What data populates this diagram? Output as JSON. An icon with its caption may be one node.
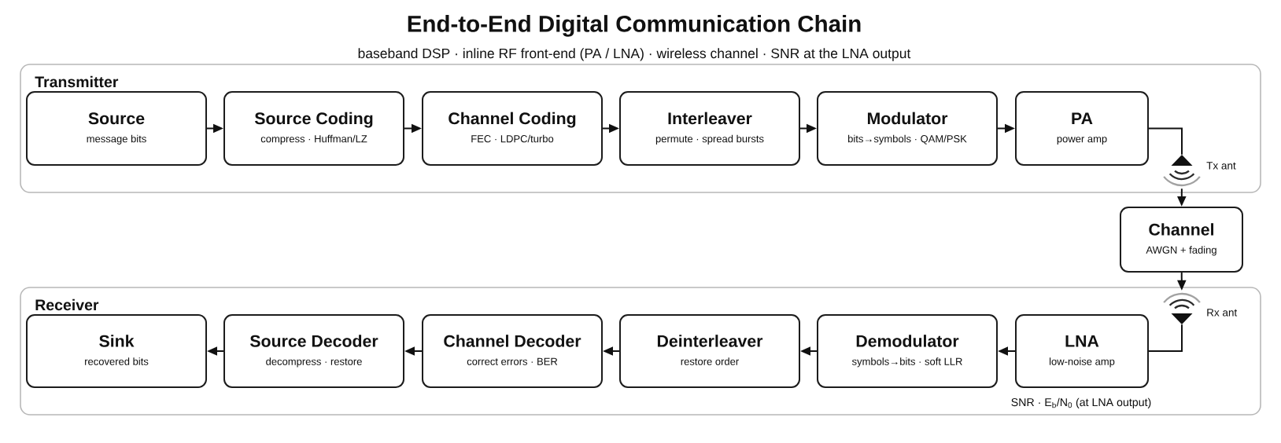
{
  "diagram": {
    "title": "End-to-End Digital Communication Chain",
    "nodes": [
      {
        "text": [
          "Transmitter"
        ]
      },
      {
        "text": [
          "Source",
          "message bits"
        ],
        "in": 0
      },
      {
        "text": [
          "Source Coding",
          "compress · Huffman/LZ"
        ],
        "in": 0
      },
      {
        "text": [
          "Channel Coding",
          "FEC · LDPC/turbo"
        ],
        "in": 0
      },
      {
        "text": [
          "Interleaver",
          "permute · spread bursts"
        ],
        "in": 0
      },
      {
        "text": [
          "Modulator",
          "bits→symbols · QAM/PSK"
        ],
        "in": 0
      },
      {
        "text": [
          "PA",
          "power amp"
        ],
        "in": 0
      },
      {
        "text": [],
        "shape": "antenna",
        "beside": [
          "Tx ant"
        ],
        "in": 0
      },
      {
        "text": [
          "Channel",
          "AWGN + fading"
        ]
      },
      {
        "text": [
          "Receiver"
        ]
      },
      {
        "text": [],
        "shape": "antenna",
        "beside": [
          "Rx ant"
        ],
        "in": 9
      },
      {
        "text": [
          "Sink",
          "recovered bits"
        ],
        "in": 9
      },
      {
        "text": [
          "Source Decoder",
          "decompress · restore"
        ],
        "in": 9
      },
      {
        "text": [
          "Channel Decoder",
          "correct errors · BER"
        ],
        "in": 9
      },
      {
        "text": [
          "Deinterleaver",
          "restore order"
        ],
        "in": 9
      },
      {
        "text": [
          "Demodulator",
          "symbols→bits · soft LLR"
        ],
        "in": 9
      },
      {
        "text": [
          "LNA",
          "low-noise amp"
        ],
        "in": 9,
        "beside": [
          "SNR · E$_{b}$/N$_{0}$ (at LNA output)"
        ]
      }
    ],
    "edges": [
      {
        "from": 1,
        "to": 2,
        "arrow": "to"
      },
      {
        "from": 2,
        "to": 3,
        "arrow": "to"
      },
      {
        "from": 3,
        "to": 4,
        "arrow": "to"
      },
      {
        "from": 4,
        "to": 5,
        "arrow": "to"
      },
      {
        "from": 5,
        "to": 6,
        "arrow": "to"
      },
      {
        "from": 6,
        "to": 7,
        "arrow": "none"
      },
      {
        "from": 7,
        "to": 8,
        "arrow": "to"
      },
      {
        "from": 8,
        "to": 10,
        "arrow": "to"
      },
      {
        "from": 10,
        "to": 16,
        "arrow": "none"
      },
      {
        "from": 16,
        "to": 15,
        "arrow": "to"
      },
      {
        "from": 15,
        "to": 14,
        "arrow": "to"
      },
      {
        "from": 14,
        "to": 13,
        "arrow": "to"
      },
      {
        "from": 13,
        "to": 12,
        "arrow": "to"
      },
      {
        "from": 12,
        "to": 11,
        "arrow": "to"
      }
    ],
    "labels": [
      "baseband DSP · inline RF front-end (PA / LNA) · wireless channel · SNR at the LNA output"
    ]
  }
}
